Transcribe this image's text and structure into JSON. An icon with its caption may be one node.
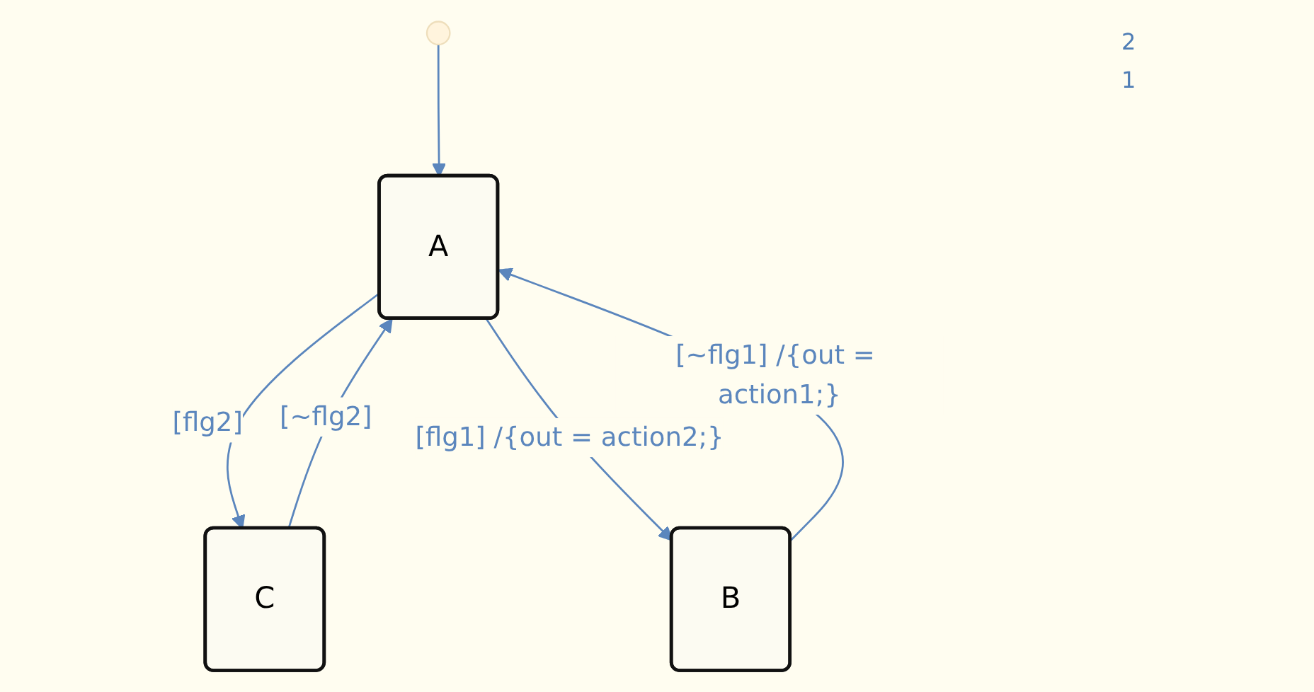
{
  "diagram": {
    "nodes": [
      {
        "text": [],
        "shape": "circle"
      },
      {
        "text": [
          "A"
        ]
      },
      {
        "text": [
          "B"
        ]
      },
      {
        "text": [
          "C"
        ]
      }
    ],
    "edges": [
      {
        "from": 0,
        "to": 1,
        "arrow": "to"
      },
      {
        "from": 1,
        "to": 3,
        "arrow": "to",
        "label": "[flg2]"
      },
      {
        "from": 3,
        "to": 1,
        "arrow": "to",
        "label": "[~flg2]"
      },
      {
        "from": 1,
        "to": 2,
        "arrow": "to",
        "label": "[flg1] /{out = action2;}"
      },
      {
        "from": 2,
        "to": 1,
        "arrow": "to",
        "label": "[~flg1] /{out = action1;}"
      }
    ],
    "labels": [
      "2",
      "1"
    ]
  }
}
